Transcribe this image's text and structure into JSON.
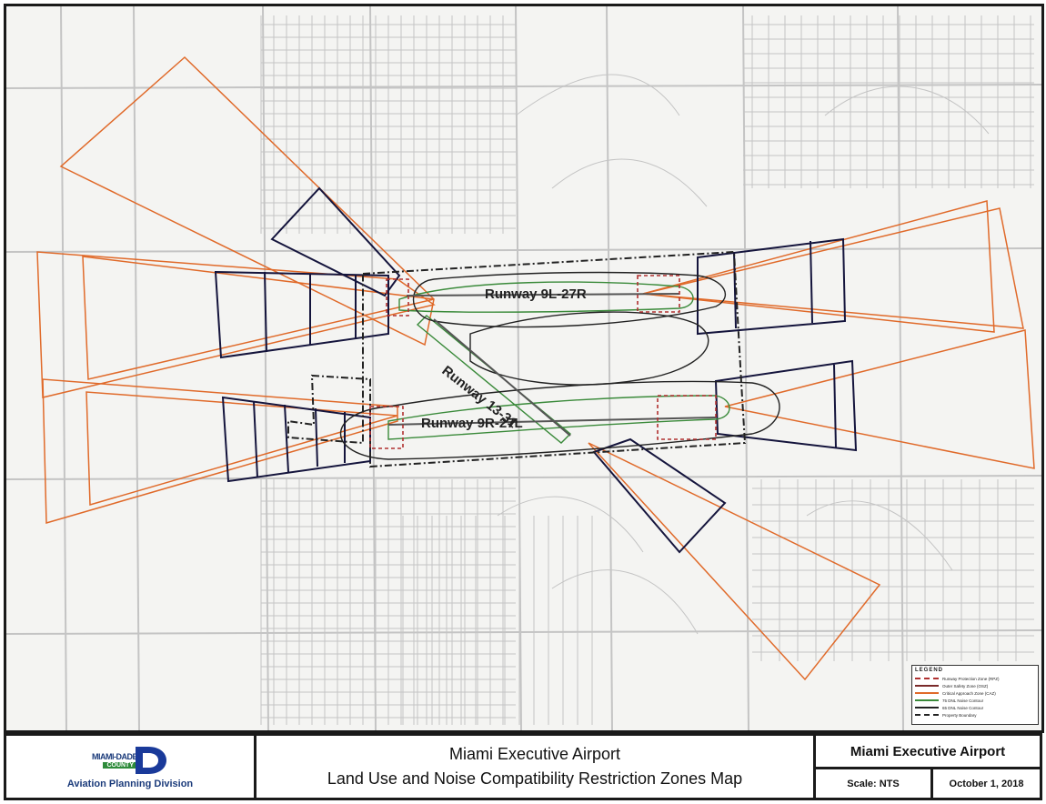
{
  "map": {
    "runway_labels": {
      "north": "Runway 9L-27R",
      "south": "Runway 9R-27L",
      "cross": "Runway 13-31"
    },
    "colors": {
      "approach_zone": "#e06a2a",
      "inner_zone": "#14143c",
      "safety_zone": "#b03030",
      "noise_contour": "#3a8a3a",
      "property_boundary": "#222222",
      "streets": "#b8b8b8"
    }
  },
  "legend": {
    "title": "LEGEND",
    "items": [
      {
        "label": "Runway Protection Zone (RPZ)",
        "color": "#b03030"
      },
      {
        "label": "Outer Safety Zone (OSZ)",
        "color": "#7a2a2a"
      },
      {
        "label": "Critical Approach Zone (CAZ)",
        "color": "#e06a2a"
      },
      {
        "label": "75 DNL Noise Contour",
        "color": "#3a8a3a"
      },
      {
        "label": "65 DNL Noise Contour",
        "color": "#222222"
      },
      {
        "label": "Property Boundary",
        "color": "#222222"
      }
    ]
  },
  "title_block": {
    "logo_line1": "MIAMI-DADE",
    "logo_line2": "COUNTY",
    "division": "Aviation Planning Division",
    "title_line1": "Miami Executive Airport",
    "title_line2": "Land Use and Noise Compatibility Restriction Zones Map",
    "airport_name": "Miami Executive Airport",
    "scale": "Scale: NTS",
    "date": "October 1, 2018"
  }
}
